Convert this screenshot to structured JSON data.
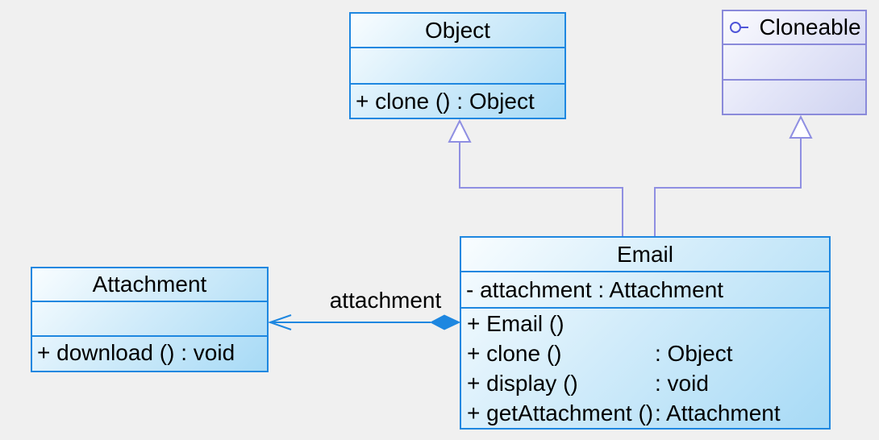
{
  "diagram": {
    "type": "uml-class-diagram",
    "background_color": "#f0f0f0",
    "colors": {
      "class_border": "#1e87e0",
      "class_fill_gradient": [
        "#f9fdff",
        "#a7daf6"
      ],
      "interface_border": "#8a8ada",
      "interface_fill_gradient": [
        "#fbfbfe",
        "#cfd3f1"
      ],
      "generalization_line": "#8f8fe2",
      "association_line": "#1e87e0",
      "composition_diamond_fill": "#1e87e0",
      "text": "#000000"
    },
    "classes": {
      "object": {
        "name": "Object",
        "attributes": [],
        "methods": [
          "+ clone () : Object"
        ]
      },
      "cloneable": {
        "name": "Cloneable",
        "kind": "interface",
        "attributes": [],
        "methods": []
      },
      "email": {
        "name": "Email",
        "attributes": [
          "- attachment : Attachment"
        ],
        "methods": [
          {
            "sig": "+ Email ()",
            "ret": ""
          },
          {
            "sig": "+ clone ()",
            "ret": ": Object"
          },
          {
            "sig": "+ display ()",
            "ret": ": void"
          },
          {
            "sig": "+ getAttachment ()",
            "ret": ": Attachment"
          }
        ]
      },
      "attachment": {
        "name": "Attachment",
        "attributes": [],
        "methods": [
          "+ download () : void"
        ]
      }
    },
    "relationships": [
      {
        "type": "generalization",
        "from": "Email",
        "to": "Object"
      },
      {
        "type": "generalization",
        "from": "Email",
        "to": "Cloneable"
      },
      {
        "type": "composition",
        "from": "Email",
        "to": "Attachment",
        "label": "attachment"
      }
    ],
    "association_label": "attachment"
  }
}
